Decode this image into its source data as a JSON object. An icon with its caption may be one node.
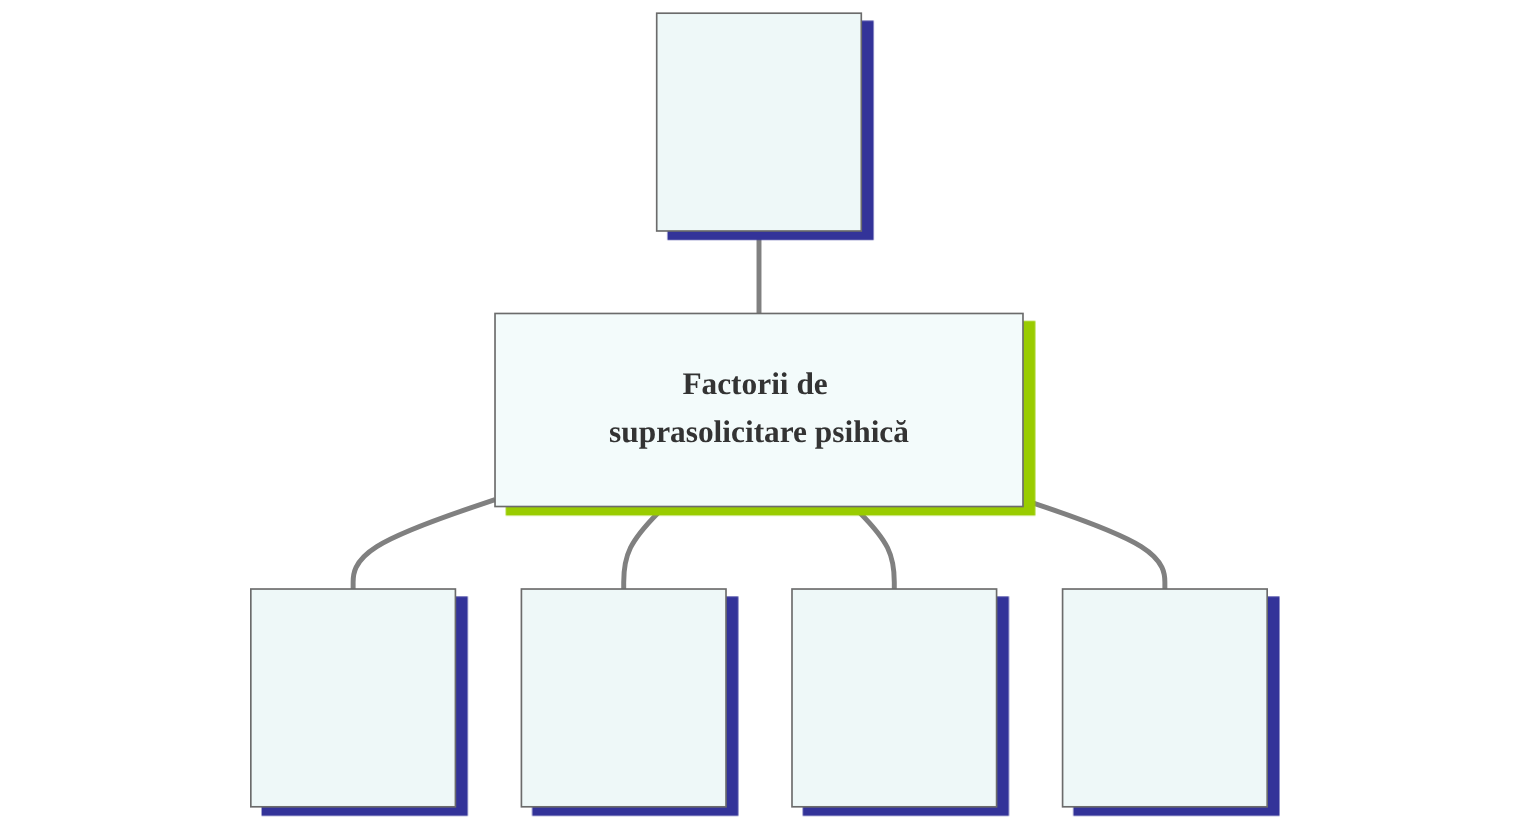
{
  "diagram": {
    "nodes": [
      {
        "text": [],
        "shape": "box"
      },
      {
        "text": [],
        "shape": "box"
      },
      {
        "text": [
          "Factorii de suprasolicitare psihică"
        ]
      },
      {
        "text": [],
        "shape": "box"
      },
      {
        "text": [],
        "shape": "box"
      },
      {
        "text": [],
        "shape": "box"
      }
    ],
    "edges": [
      {
        "from": 0,
        "to": 2,
        "arrow": "none"
      },
      {
        "from": 2,
        "to": 1,
        "arrow": "none"
      },
      {
        "from": 2,
        "to": 3,
        "arrow": "none"
      },
      {
        "from": 2,
        "to": 4,
        "arrow": "none"
      },
      {
        "from": 2,
        "to": 5,
        "arrow": "none"
      }
    ]
  }
}
